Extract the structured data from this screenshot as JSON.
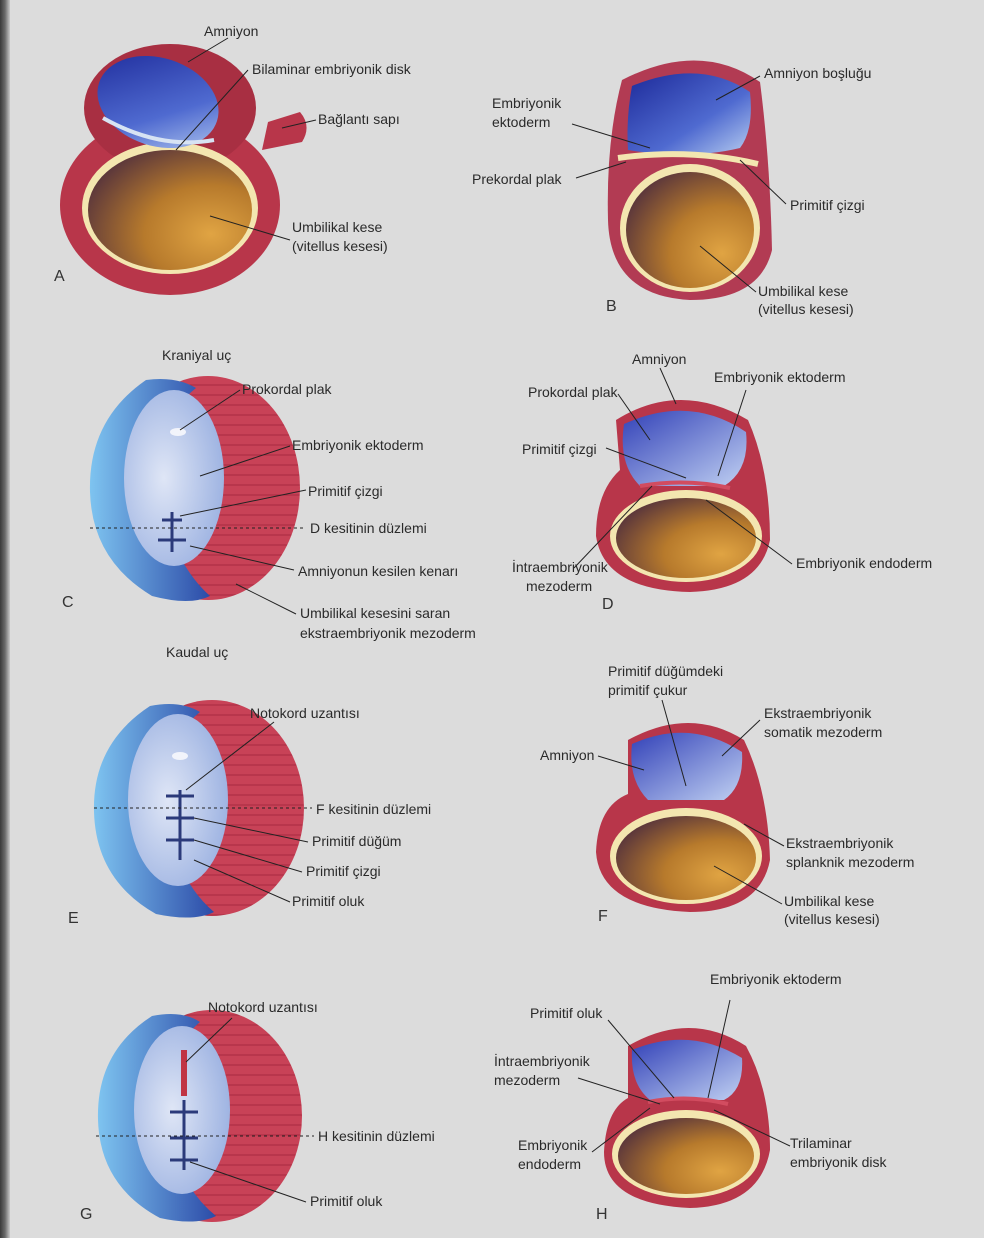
{
  "panels": {
    "A": {
      "letter": "A",
      "amniyon": "Amniyon",
      "bilaminar": "Bilaminar embriyonik disk",
      "baglanti": "Bağlantı sapı",
      "umbilikal_1": "Umbilikal kese",
      "umbilikal_2": "(vitellus kesesi)"
    },
    "B": {
      "letter": "B",
      "amniyon_boslugu": "Amniyon boşluğu",
      "embriyonik_1": "Embriyonik",
      "embriyonik_2": "ektoderm",
      "prekordal": "Prekordal plak",
      "primitif_cizgi": "Primitif çizgi",
      "umbilikal_1": "Umbilikal kese",
      "umbilikal_2": "(vitellus kesesi)"
    },
    "C": {
      "letter": "C",
      "kraniyal": "Kraniyal uç",
      "prokordal": "Prokordal plak",
      "ektoderm": "Embriyonik ektoderm",
      "primitif_cizgi": "Primitif çizgi",
      "d_kesit": "D kesitinin düzlemi",
      "amniyon_kenar": "Amniyonun kesilen kenarı",
      "umbilikal_1": "Umbilikal kesesini saran",
      "umbilikal_2": "ekstraembriyonik mezoderm",
      "kaudal": "Kaudal uç"
    },
    "D": {
      "letter": "D",
      "amniyon": "Amniyon",
      "ektoderm": "Embriyonik ektoderm",
      "prokordal": "Prokordal plak",
      "primitif_cizgi": "Primitif çizgi",
      "intra_1": "İntraembriyonik",
      "intra_2": "mezoderm",
      "endoderm": "Embriyonik endoderm"
    },
    "E": {
      "letter": "E",
      "notokord": "Notokord uzantısı",
      "f_kesit": "F kesitinin düzlemi",
      "primitif_dugum": "Primitif düğüm",
      "primitif_cizgi": "Primitif çizgi",
      "primitif_oluk": "Primitif oluk"
    },
    "F": {
      "letter": "F",
      "cukur_1": "Primitif düğümdeki",
      "cukur_2": "primitif çukur",
      "amniyon": "Amniyon",
      "somatik_1": "Ekstraembriyonik",
      "somatik_2": "somatik mezoderm",
      "splanknik_1": "Ekstraembriyonik",
      "splanknik_2": "splanknik mezoderm",
      "umbilikal_1": "Umbilikal kese",
      "umbilikal_2": "(vitellus kesesi)"
    },
    "G": {
      "letter": "G",
      "notokord": "Notokord uzantısı",
      "h_kesit": "H kesitinin düzlemi",
      "primitif_oluk": "Primitif oluk"
    },
    "H": {
      "letter": "H",
      "ektoderm": "Embriyonik ektoderm",
      "primitif_oluk": "Primitif oluk",
      "intra_1": "İntraembriyonik",
      "intra_2": "mezoderm",
      "endoderm_1": "Embriyonik",
      "endoderm_2": "endoderm",
      "trilaminar_1": "Trilaminar",
      "trilaminar_2": "embriyonik disk"
    }
  },
  "colors": {
    "background": "#dcdcdc",
    "chorion_red": "#b8364a",
    "amnion_blue": "#2e3fb0",
    "yolk_gold": "#c98a2a",
    "disk_cream": "#f3e6b0"
  }
}
